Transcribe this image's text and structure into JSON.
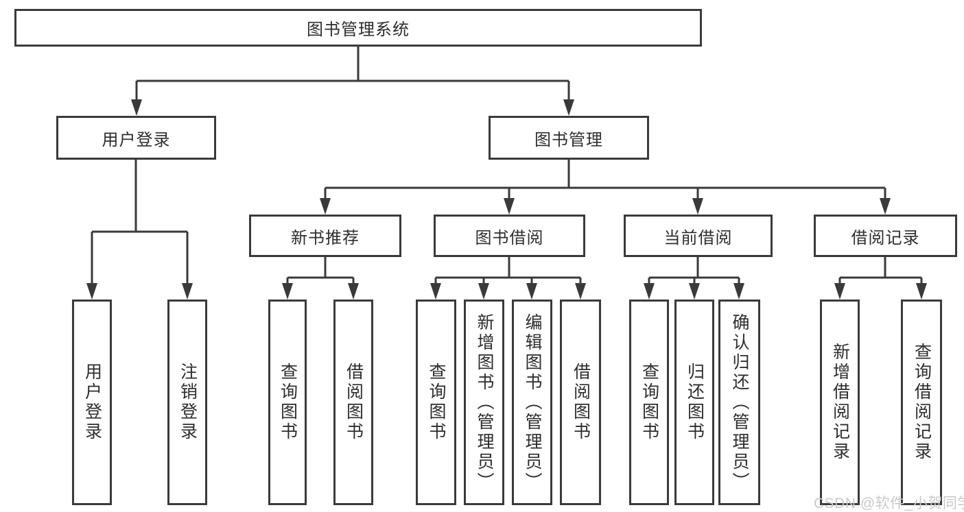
{
  "diagram": {
    "root": {
      "label": "图书管理系统"
    },
    "branches": [
      {
        "label": "用户登录",
        "children": [
          {
            "label": "用户登录"
          },
          {
            "label": "注销登录"
          }
        ]
      },
      {
        "label": "图书管理",
        "children": [
          {
            "label": "新书推荐",
            "children": [
              {
                "label": "查询图书"
              },
              {
                "label": "借阅图书"
              }
            ]
          },
          {
            "label": "图书借阅",
            "children": [
              {
                "label": "查询图书"
              },
              {
                "label": "新增图书（管理员）"
              },
              {
                "label": "编辑图书（管理员）"
              },
              {
                "label": "借阅图书"
              }
            ]
          },
          {
            "label": "当前借阅",
            "children": [
              {
                "label": "查询图书"
              },
              {
                "label": "归还图书"
              },
              {
                "label": "确认归还（管理员）"
              }
            ]
          },
          {
            "label": "借阅记录",
            "children": [
              {
                "label": "新增借阅记录"
              },
              {
                "label": "查询借阅记录"
              }
            ]
          }
        ]
      }
    ],
    "watermark": "CSDN @软件_小贺同学"
  },
  "colors": {
    "background": "#ffffff",
    "box_fill": "#ffffff",
    "box_border": "#3a3a3a",
    "line": "#3a3a3a",
    "text": "#2d2d2d",
    "watermark": "#c9c9c9"
  }
}
